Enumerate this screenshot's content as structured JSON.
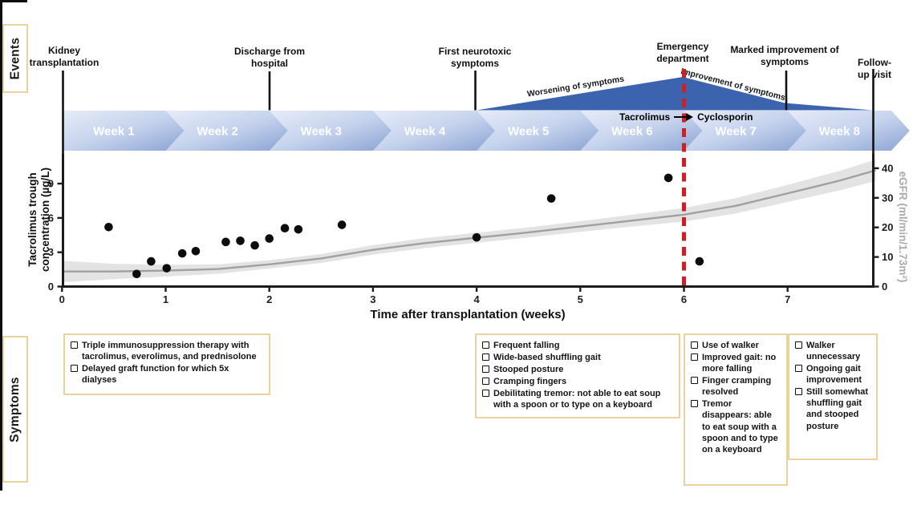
{
  "figure": {
    "side_labels": {
      "events": "Events",
      "symptoms": "Symptoms"
    },
    "weeks": [
      "Week 1",
      "Week 2",
      "Week 3",
      "Week 4",
      "Week 5",
      "Week 6",
      "Week 7",
      "Week 8"
    ],
    "trend_labels": {
      "worsening": "Worsening of symptoms",
      "improvement": "Improvement of symptoms"
    },
    "drug_switch": {
      "from": "Tacrolimus",
      "to": "Cyclosporin"
    },
    "events": [
      "Kidney transplantation",
      "Discharge from hospital",
      "First neurotoxic symptoms",
      "Emergency department",
      "Marked improvement of symptoms",
      "Follow-up visit"
    ],
    "symptom_boxes": [
      {
        "items": [
          "Triple immunosuppression therapy with tacrolimus, everolimus, and prednisolone",
          "Delayed graft function for which 5x dialyses"
        ]
      },
      {
        "items": [
          "Frequent falling",
          "Wide-based shuffling gait",
          "Stooped posture",
          "Cramping fingers",
          "Debilitating tremor: not able to eat soup with a spoon or to type on a keyboard"
        ]
      },
      {
        "items": [
          "Use of walker",
          "Improved gait: no more falling",
          "Finger cramping resolved",
          "Tremor disappears: able to eat soup with a spoon and to type on a keyboard"
        ]
      },
      {
        "items": [
          "Walker unnecessary",
          "Ongoing gait improvement",
          "Still somewhat shuffling gait and stooped posture"
        ]
      }
    ],
    "colors": {
      "timeline_arrow_light": "#e6ecf8",
      "timeline_arrow_mid": "#c6d3ed",
      "timeline_arrow_dark": "#8aa3d3",
      "triangle_blue": "#3c64ae",
      "red_line": "#cc2027",
      "egfr_line": "#a0a0a0",
      "egfr_band": "#d6d6d6",
      "box_border": "#e7d49c",
      "point_black": "#0c0c0c"
    }
  },
  "chart_data": {
    "type": "scatter",
    "title": "",
    "xlabel": "Time after transplantation (weeks)",
    "x_ticks": [
      0,
      1,
      2,
      3,
      4,
      5,
      6,
      7
    ],
    "xlim": [
      0,
      7.85
    ],
    "grid": false,
    "left_axis": {
      "label": "Tacrolimus trough concentration (µg/L)",
      "ticks": [
        0,
        3,
        6,
        9
      ],
      "lim": [
        0,
        11.6
      ]
    },
    "right_axis": {
      "label": "eGFR (ml/min/1.73m²)",
      "ticks": [
        0,
        10,
        20,
        30,
        40
      ],
      "lim": [
        0,
        44.9
      ]
    },
    "series": [
      {
        "name": "Tacrolimus trough concentration",
        "type": "scatter",
        "axis": "left",
        "points": [
          [
            0.45,
            5.2
          ],
          [
            0.72,
            1.1
          ],
          [
            0.86,
            2.2
          ],
          [
            1.01,
            1.6
          ],
          [
            1.16,
            2.9
          ],
          [
            1.29,
            3.1
          ],
          [
            1.58,
            3.9
          ],
          [
            1.72,
            4.0
          ],
          [
            1.86,
            3.6
          ],
          [
            2.0,
            4.2
          ],
          [
            2.15,
            5.1
          ],
          [
            2.28,
            5.0
          ],
          [
            2.7,
            5.4
          ],
          [
            4.0,
            4.3
          ],
          [
            4.72,
            7.7
          ],
          [
            5.85,
            9.5
          ],
          [
            6.15,
            2.2
          ]
        ]
      },
      {
        "name": "eGFR trend",
        "type": "line_with_band",
        "axis": "right",
        "x": [
          0,
          0.5,
          1,
          1.5,
          2,
          2.5,
          3,
          3.5,
          4,
          4.5,
          5,
          5.5,
          6,
          6.5,
          7,
          7.5,
          7.85
        ],
        "y": [
          5.1,
          5.1,
          5.4,
          5.9,
          7.5,
          9.5,
          12.4,
          14.7,
          16.5,
          18.3,
          20.3,
          22.3,
          24.3,
          27.3,
          31.5,
          35.8,
          39.3
        ],
        "band_halfwidth": [
          3.6,
          2.6,
          2.0,
          1.6,
          1.4,
          1.5,
          1.6,
          1.7,
          1.7,
          1.7,
          1.8,
          2.0,
          2.3,
          2.6,
          2.9,
          3.3,
          3.6
        ]
      }
    ],
    "vline": {
      "x": 6,
      "style": "dashed",
      "color": "#cc2027",
      "label": "Emergency department"
    },
    "event_weeks": [
      0,
      2,
      4,
      6,
      7,
      7.83
    ]
  }
}
